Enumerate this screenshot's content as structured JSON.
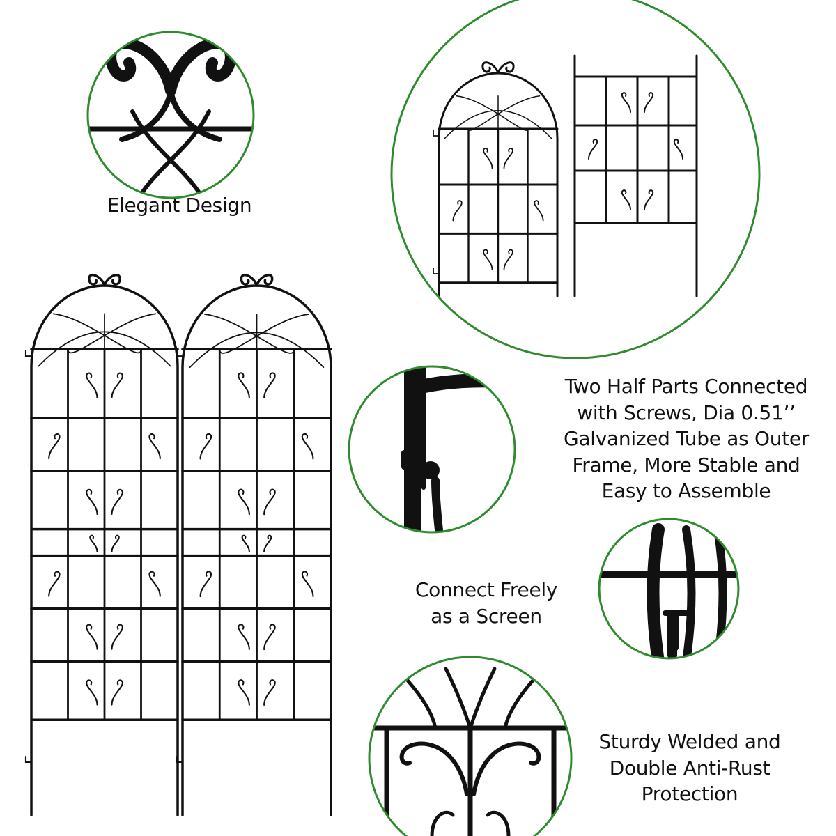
{
  "colors": {
    "circle_border": "#2e8b2e",
    "metal": "#111111",
    "background": "#ffffff"
  },
  "captions": {
    "elegant": [
      "Elegant Design"
    ],
    "half_parts": [
      "Two Half Parts Connected",
      "with Screws, Dia 0.51’’",
      "Galvanized Tube as Outer",
      "Frame, More Stable and",
      "Easy to Assemble"
    ],
    "connect": [
      "Connect Freely",
      "as a Screen"
    ],
    "sturdy": [
      "Sturdy Welded and",
      "Double Anti-Rust",
      "Protection"
    ]
  }
}
